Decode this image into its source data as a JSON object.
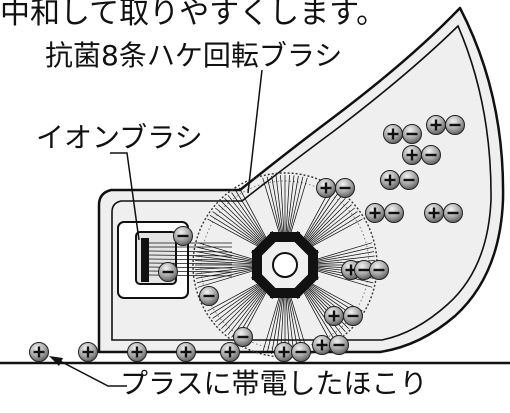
{
  "top_text": "中和して取りやすくします。",
  "labels": {
    "brush": "抗菌8条ハケ回転ブラシ",
    "ion_brush": "イオンブラシ",
    "dust": "プラスに帯電したほこり"
  },
  "symbols": {
    "plus": "+",
    "minus": "−"
  },
  "brush_rows": 8,
  "colors": {
    "ink": "#111111",
    "body_fill": "#efefef",
    "charge_top": "#e8e8e8",
    "charge_bottom": "#6a6a6a"
  }
}
